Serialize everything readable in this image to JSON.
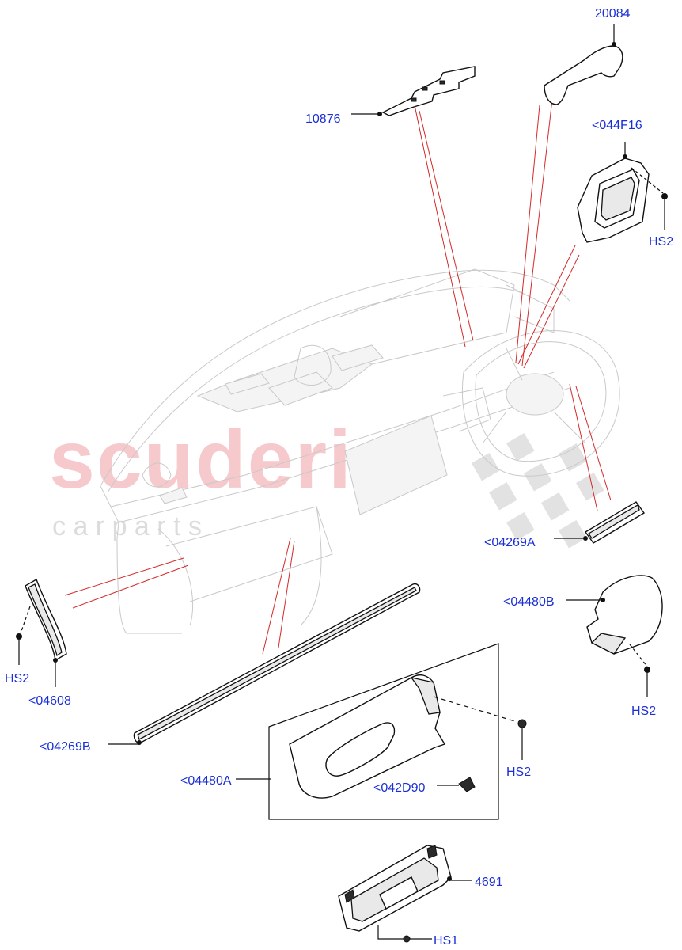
{
  "watermark": {
    "brand": "scuderia",
    "sub": "c a r   p a r t s",
    "brand_color": "#f6c9cd",
    "sub_color": "#dcdcdc"
  },
  "colors": {
    "label": "#1a2fd6",
    "leader": "#111111",
    "reference_line": "#d42a2a",
    "ghost": "#c9c9c9"
  },
  "parts": {
    "p20084": "20084",
    "p10876": "10876",
    "p044F16": "<044F16",
    "hs2_cluster": "HS2",
    "p04269A": "<04269A",
    "p04480B": "<04480B",
    "hs2_right": "HS2",
    "hs2_left": "HS2",
    "p04608": "<04608",
    "p04269B": "<04269B",
    "p04480A": "<04480A",
    "hs2_glovebox": "HS2",
    "p042D90": "<042D90",
    "p4691": "4691",
    "hs1": "HS1"
  }
}
